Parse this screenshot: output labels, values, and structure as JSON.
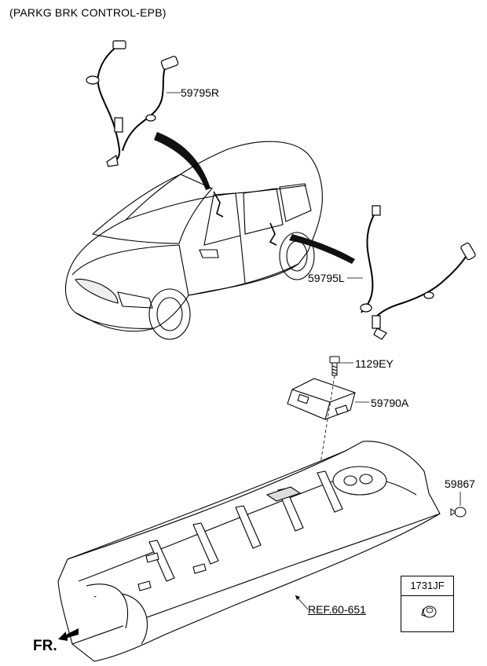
{
  "title": "(PARKG BRK CONTROL-EPB)",
  "callouts": {
    "sensor_right": "59795R",
    "sensor_left": "59795L",
    "bolt": "1129EY",
    "module": "59790A",
    "clip": "59867",
    "ref": "REF.60-651"
  },
  "part_box": {
    "code": "1731JF"
  },
  "direction": {
    "label": "FR."
  }
}
